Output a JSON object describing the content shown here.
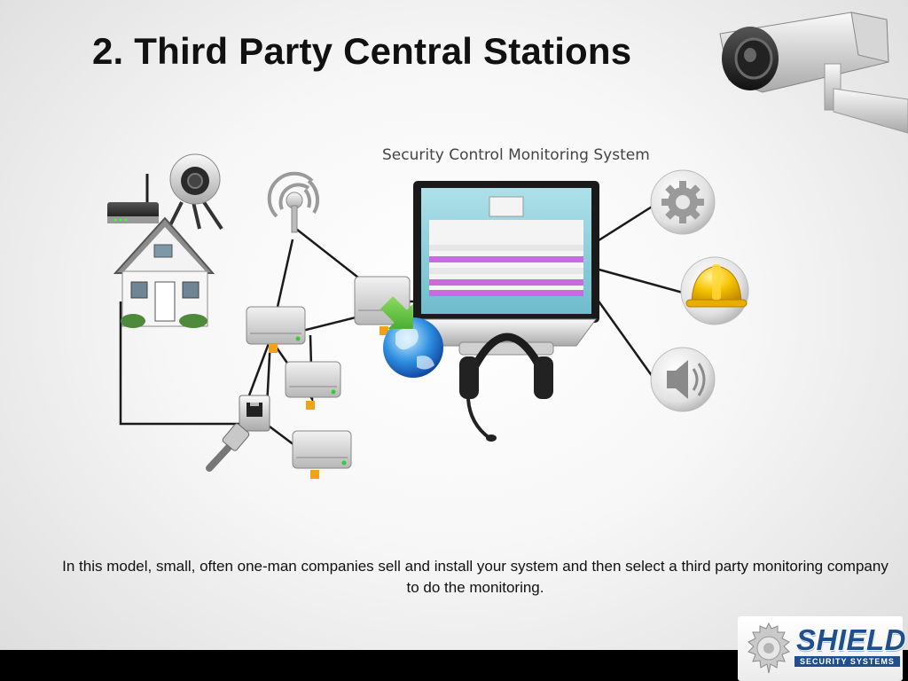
{
  "slide": {
    "title": "2. Third Party Central Stations",
    "diagram_title": "Security Control Monitoring System",
    "caption": "In this model, small, often one-man companies sell and install your system and then select a third party monitoring company to do the monitoring."
  },
  "logo": {
    "word": "SHIELD",
    "sub": "SECURITY SYSTEMS"
  },
  "icons": {
    "cctv": "cctv-camera-icon",
    "router": "router-icon",
    "webcam": "webcam-icon",
    "house": "house-icon",
    "antenna": "wireless-antenna-icon",
    "monitor": "monitor-icon",
    "servers": "server-icon",
    "switch": "network-switch-icon",
    "cable": "ethernet-cable-icon",
    "globe": "globe-icon",
    "headset": "headset-icon",
    "gear": "gear-icon",
    "hardhat": "hard-hat-icon",
    "speaker": "speaker-icon"
  },
  "colors": {
    "title": "#111111",
    "logo_blue": "#1f4f8c",
    "screen_teal": "#7fc6d4",
    "row_magenta": "#c86be0"
  }
}
